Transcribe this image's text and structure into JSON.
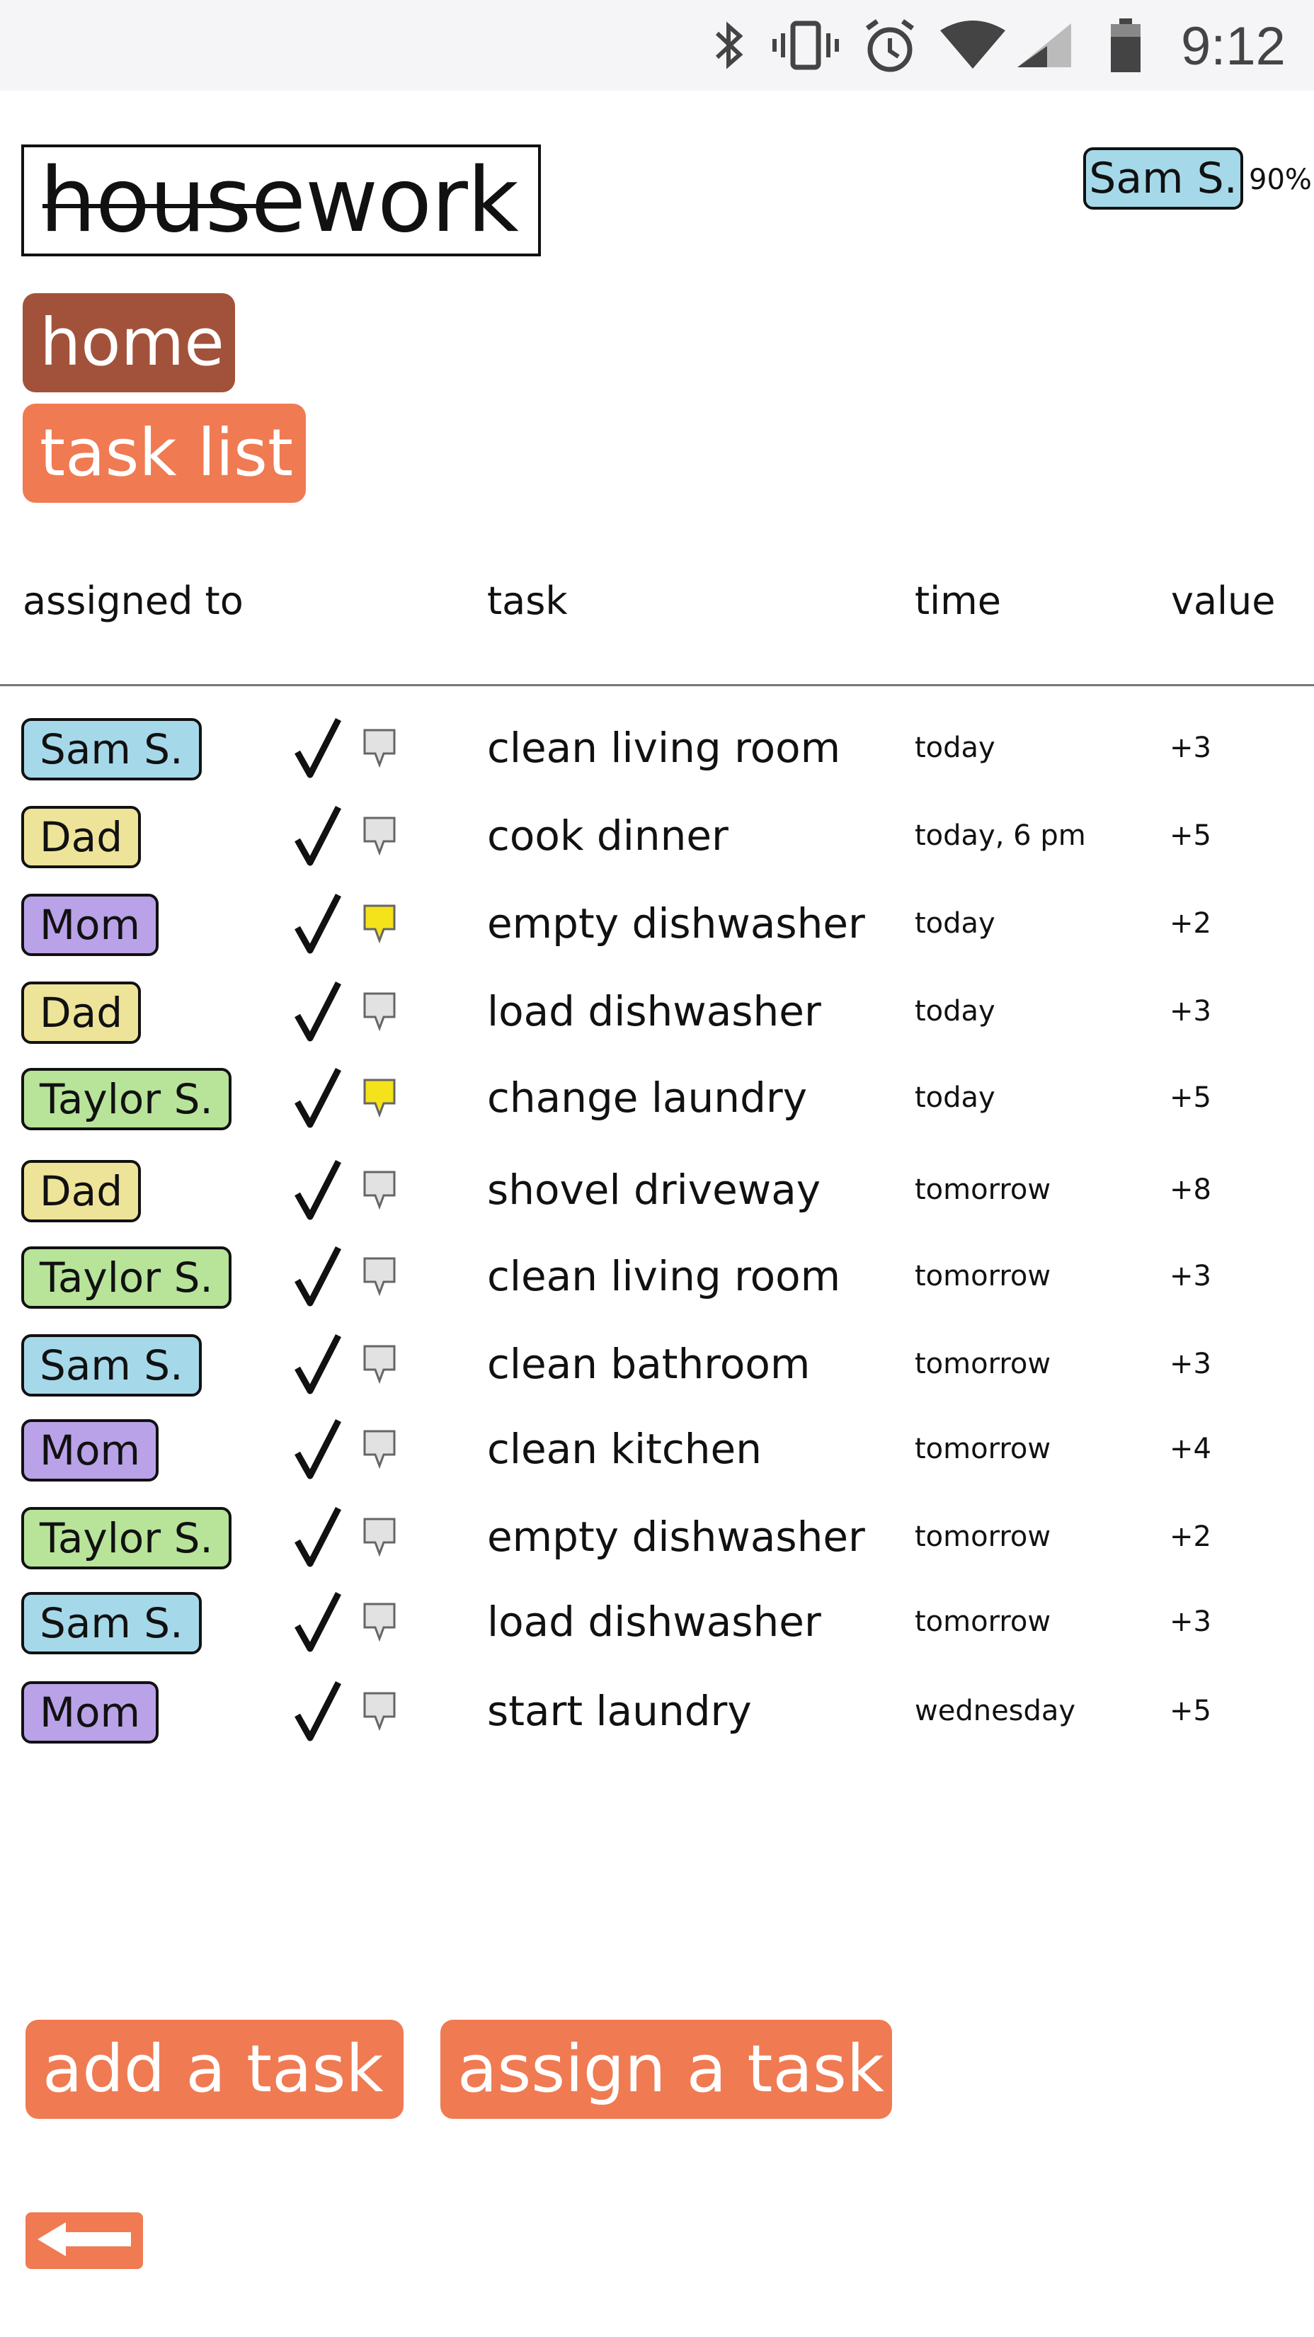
{
  "status_bar": {
    "time": "9:12",
    "icons": [
      "bluetooth-icon",
      "vibrate-icon",
      "alarm-icon",
      "wifi-icon",
      "signal-icon",
      "battery-icon"
    ]
  },
  "app": {
    "title": "housework",
    "user_badge": "Sam S.",
    "user_percent": "90%"
  },
  "nav": {
    "home": "home",
    "task_list": "task list"
  },
  "table": {
    "headers": {
      "assigned": "assigned to",
      "task": "task",
      "time": "time",
      "value": "value"
    },
    "rows": [
      {
        "assigned": "Sam S.",
        "task": "clean living room",
        "time": "today",
        "value": "+3"
      },
      {
        "assigned": "Dad",
        "task": "cook dinner",
        "time": "today, 6 pm",
        "value": "+5"
      },
      {
        "assigned": "Mom",
        "task": "empty dishwasher",
        "time": "today",
        "value": "+2"
      },
      {
        "assigned": "Dad",
        "task": "load dishwasher",
        "time": "today",
        "value": "+3"
      },
      {
        "assigned": "Taylor S.",
        "task": "change laundry",
        "time": "today",
        "value": "+5"
      },
      {
        "assigned": "Dad",
        "task": "shovel driveway",
        "time": "tomorrow",
        "value": "+8"
      },
      {
        "assigned": "Taylor S.",
        "task": "clean living room",
        "time": "tomorrow",
        "value": "+3"
      },
      {
        "assigned": "Sam S.",
        "task": "clean bathroom",
        "time": "tomorrow",
        "value": "+3"
      },
      {
        "assigned": "Mom",
        "task": "clean kitchen",
        "time": "tomorrow",
        "value": "+4"
      },
      {
        "assigned": "Taylor S.",
        "task": "empty dishwasher",
        "time": "tomorrow",
        "value": "+2"
      },
      {
        "assigned": "Sam S.",
        "task": "load dishwasher",
        "time": "tomorrow",
        "value": "+3"
      },
      {
        "assigned": "Mom",
        "task": "start laundry",
        "time": "wednesday",
        "value": "+5"
      }
    ]
  },
  "actions": {
    "add_task": "add a task",
    "assign_task": "assign a task"
  },
  "colors": {
    "sam": "#a5d9ea",
    "dad": "#ede49a",
    "mom": "#b9a2e8",
    "taylor": "#b8e49a",
    "home_button": "#a2523a",
    "accent": "#f07a52",
    "comment_default": "#e2e2e2",
    "comment_active": "#f4e21a"
  }
}
